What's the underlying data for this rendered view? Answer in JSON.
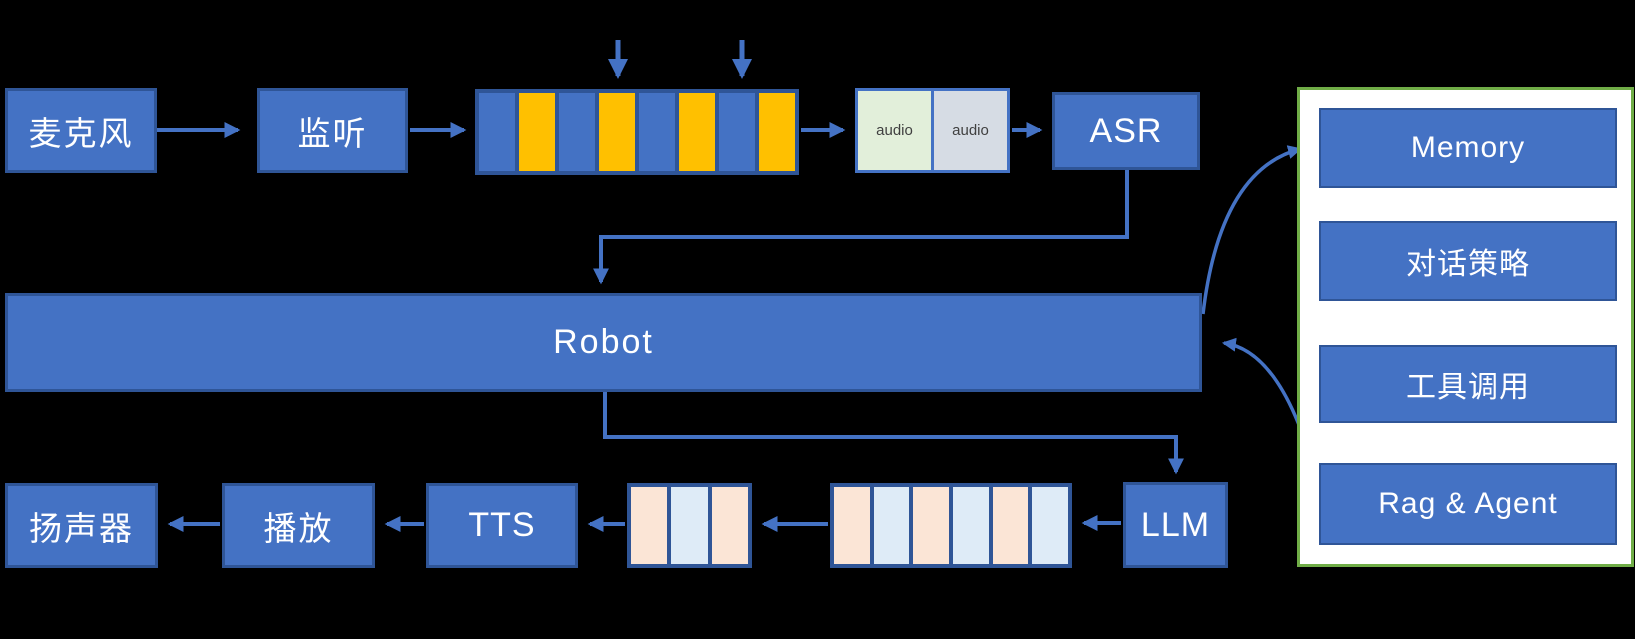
{
  "diagram": {
    "title": "voice-robot-pipeline-diagram",
    "nodes": {
      "mic": "麦克风",
      "listen": "监听",
      "asr": "ASR",
      "audio_chunk_1": "audio",
      "audio_chunk_2": "audio",
      "robot": "Robot",
      "llm": "LLM",
      "tts": "TTS",
      "play": "播放",
      "speaker": "扬声器"
    },
    "panel": {
      "items": [
        {
          "label": "Memory"
        },
        {
          "label": "对话策略"
        },
        {
          "label": "工具调用"
        },
        {
          "label": "Rag & Agent"
        }
      ]
    },
    "buffers": {
      "input_stripes": [
        "node_fill",
        "orange",
        "node_fill",
        "orange",
        "node_fill",
        "orange",
        "node_fill",
        "orange"
      ],
      "output_large_stripes": [
        "peach",
        "light_blue",
        "peach",
        "light_blue",
        "peach",
        "light_blue"
      ],
      "output_small_stripes": [
        "peach",
        "light_blue",
        "peach"
      ]
    },
    "colors": {
      "background": "#000000",
      "node_fill": "#4472C4",
      "node_border": "#2F5597",
      "arrow": "#4472C4",
      "orange": "#FFC000",
      "peach": "#FBE5D6",
      "light_blue": "#DEEBF7",
      "audio_green": "#E2EFDA",
      "audio_lavender": "#D6DCE4",
      "panel_border": "#70AD47",
      "panel_fill": "#FFFFFF",
      "text": "#FFFFFF",
      "audio_text": "#404040"
    }
  }
}
